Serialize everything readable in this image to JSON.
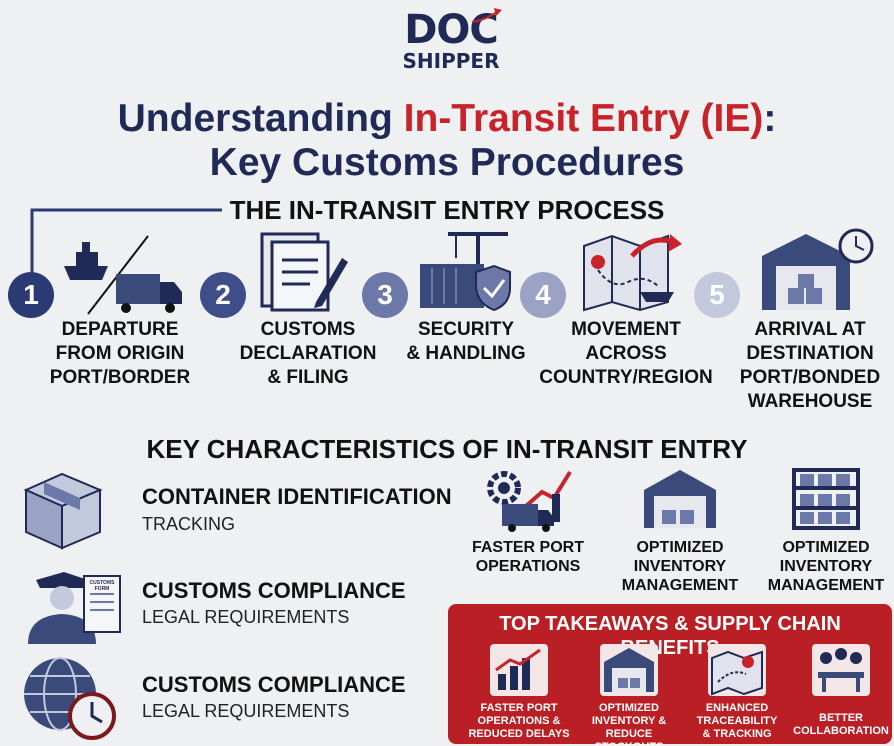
{
  "logo": {
    "main": "DOC",
    "sub": "SHIPPER"
  },
  "title": {
    "line1_prefix": "Understanding ",
    "line1_highlight": "In-Transit Entry (IE)",
    "line1_suffix": ":",
    "line2": "Key Customs Procedures"
  },
  "process": {
    "heading": "THE IN-TRANSIT ENTRY PROCESS",
    "steps": [
      {
        "number": "1",
        "label": [
          "DEPARTURE",
          "FROM ORIGIN",
          "PORT/BORDER"
        ],
        "color": "#2b3a72"
      },
      {
        "number": "2",
        "label": [
          "CUSTOMS",
          "DECLARATION",
          "& FILING"
        ],
        "color": "#3f4e8a"
      },
      {
        "number": "3",
        "label": [
          "SECURITY",
          "& HANDLING"
        ],
        "color": "#6c78a8"
      },
      {
        "number": "4",
        "label": [
          "MOVEMENT",
          "ACROSS",
          "COUNTRY/REGION"
        ],
        "color": "#9aa3c4"
      },
      {
        "number": "5",
        "label": [
          "ARRIVAL AT",
          "DESTINATION",
          "PORT/BONDED",
          "WAREHOUSE"
        ],
        "color": "#c3c9dd"
      }
    ]
  },
  "characteristics": {
    "heading": "KEY CHARACTERISTICS OF IN-TRANSIT ENTRY",
    "items": [
      {
        "title": "CONTAINER IDENTIFICATION",
        "subtitle": "TRACKING",
        "icon": "box-icon"
      },
      {
        "title": "CUSTOMS COMPLIANCE",
        "subtitle": "LEGAL REQUIREMENTS",
        "icon": "customs-officer-icon"
      },
      {
        "title": "CUSTOMS COMPLIANCE",
        "subtitle": "LEGAL REQUIREMENTS",
        "icon": "globe-clock-icon"
      }
    ],
    "form_label": [
      "CUSTOMS",
      "FORM"
    ]
  },
  "benefits": [
    {
      "label": [
        "FASTER PORT",
        "OPERATIONS"
      ],
      "icon": "truck-gear-icon"
    },
    {
      "label": [
        "OPTIMIZED",
        "INVENTORY",
        "MANAGEMENT"
      ],
      "icon": "warehouse-icon"
    },
    {
      "label": [
        "OPTIMIZED",
        "INVENTORY",
        "MANAGEMENT"
      ],
      "icon": "shelving-icon"
    }
  ],
  "takeaways": {
    "heading": "TOP TAKEAWAYS & SUPPLY CHAIN BENEFITS",
    "items": [
      {
        "label": [
          "FASTER PORT",
          "OPERATIONS &",
          "REDUCED DELAYS"
        ],
        "icon": "growth-chart-icon"
      },
      {
        "label": [
          "OPTIMIZED",
          "INVENTORY &",
          "REDUCE STOCKOUTS"
        ],
        "icon": "warehouse-icon"
      },
      {
        "label": [
          "ENHANCED",
          "TRACEABILITY",
          "& TRACKING"
        ],
        "icon": "map-pin-icon"
      },
      {
        "label": [
          "BETTER",
          "COLLABORATION"
        ],
        "icon": "team-meeting-icon"
      }
    ]
  },
  "colors": {
    "navy": "#1f2a56",
    "red": "#c8232a",
    "panel": "#b91f24"
  }
}
